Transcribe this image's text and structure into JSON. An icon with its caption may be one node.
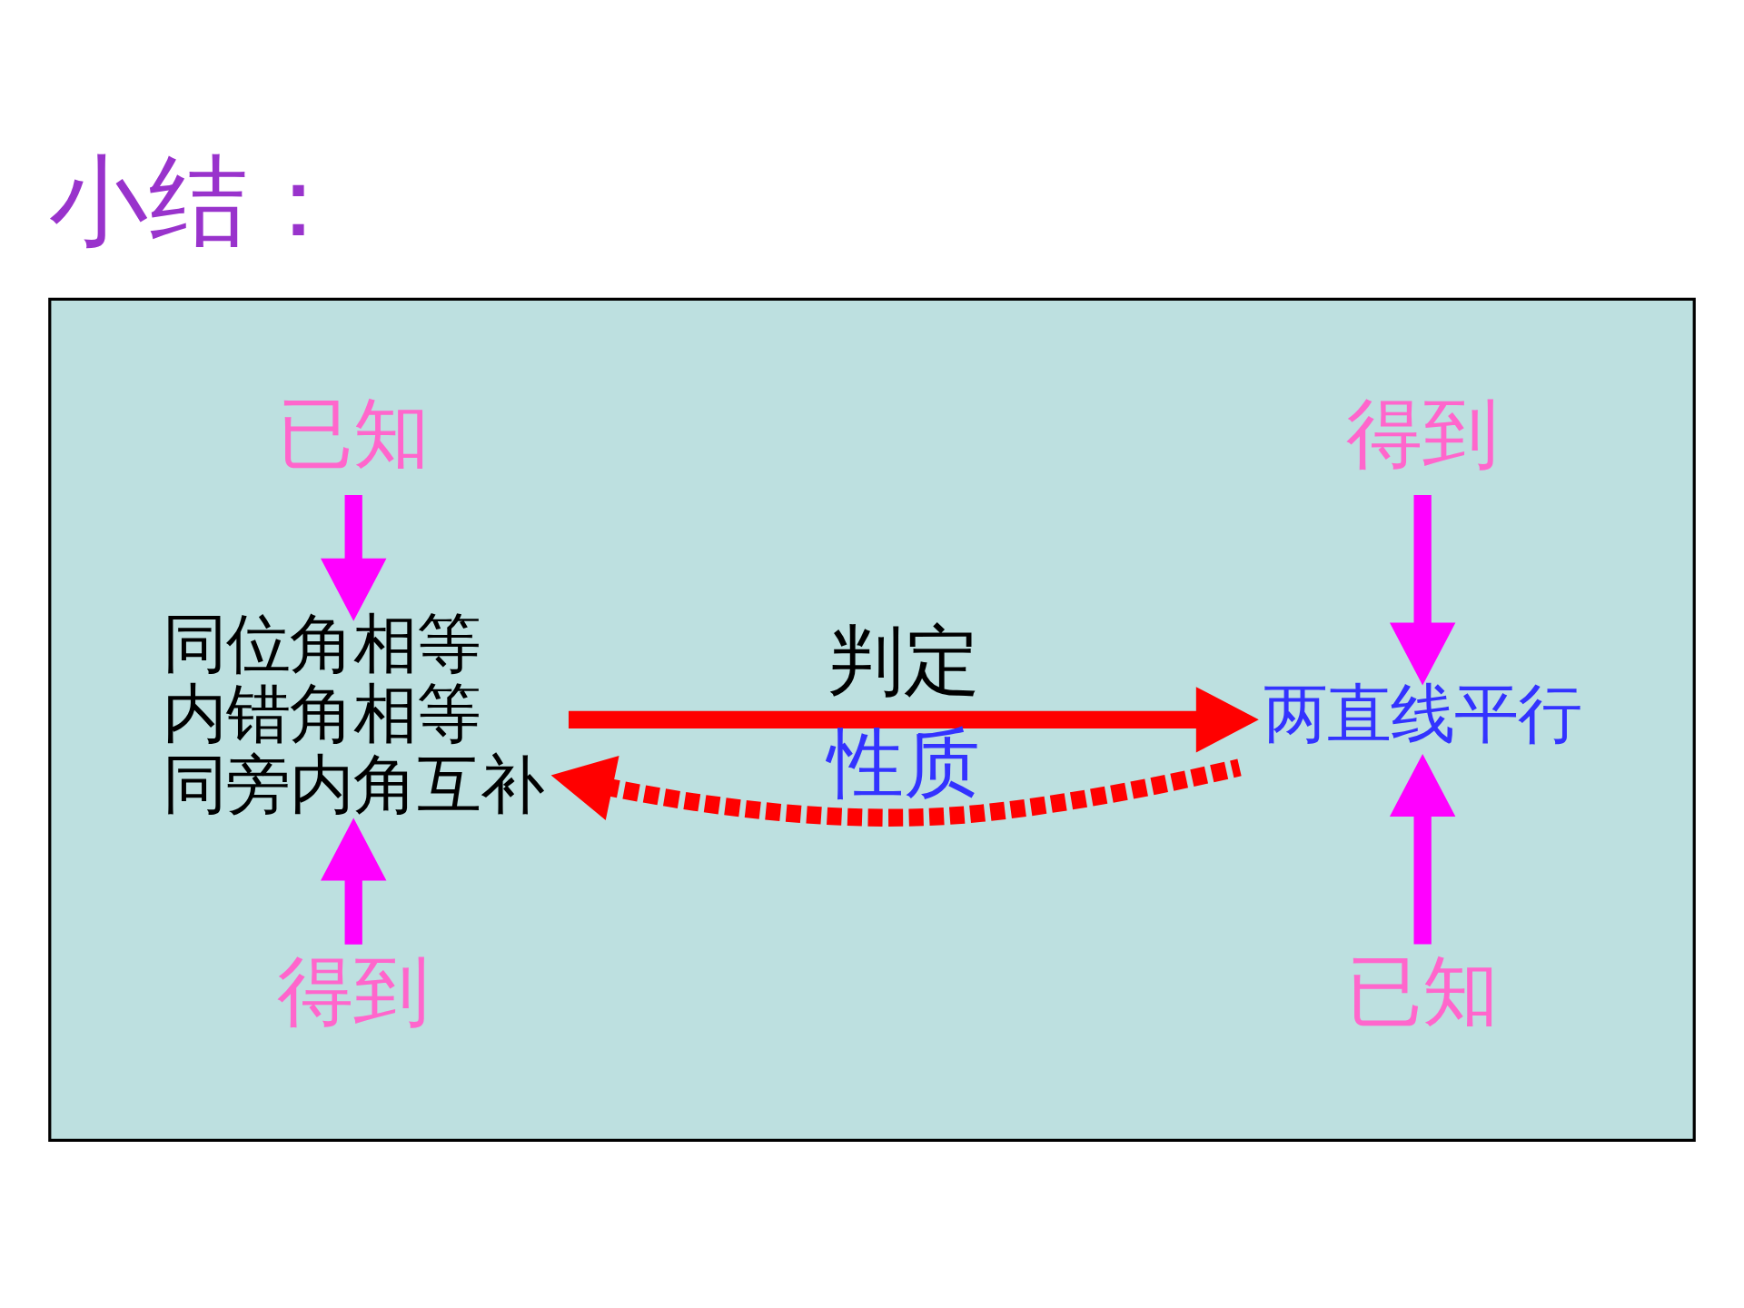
{
  "diagram": {
    "title": "小结：",
    "nodes": [
      {
        "text": [],
        "shape": "box"
      },
      {
        "text": [
          "已知"
        ],
        "in": 0
      },
      {
        "text": [
          "同位角相等",
          "内错角相等",
          "同旁内角互补"
        ],
        "in": 0
      },
      {
        "text": [
          "得到"
        ],
        "in": 0
      },
      {
        "text": [
          "得到"
        ],
        "in": 0
      },
      {
        "text": [
          "两直线平行"
        ],
        "in": 0
      },
      {
        "text": [
          "已知"
        ],
        "in": 0
      }
    ],
    "edges": [
      {
        "from": 1,
        "to": 2,
        "arrow": "to"
      },
      {
        "from": 3,
        "to": 2,
        "arrow": "to"
      },
      {
        "from": 4,
        "to": 5,
        "arrow": "to"
      },
      {
        "from": 6,
        "to": 5,
        "arrow": "to"
      },
      {
        "from": 2,
        "to": 5,
        "label": "判定",
        "arrow": "to",
        "color": "#ff0000"
      },
      {
        "from": 5,
        "to": 2,
        "label": "性质",
        "arrow": "to",
        "style": "dashed",
        "color": "#ff0000"
      }
    ]
  }
}
